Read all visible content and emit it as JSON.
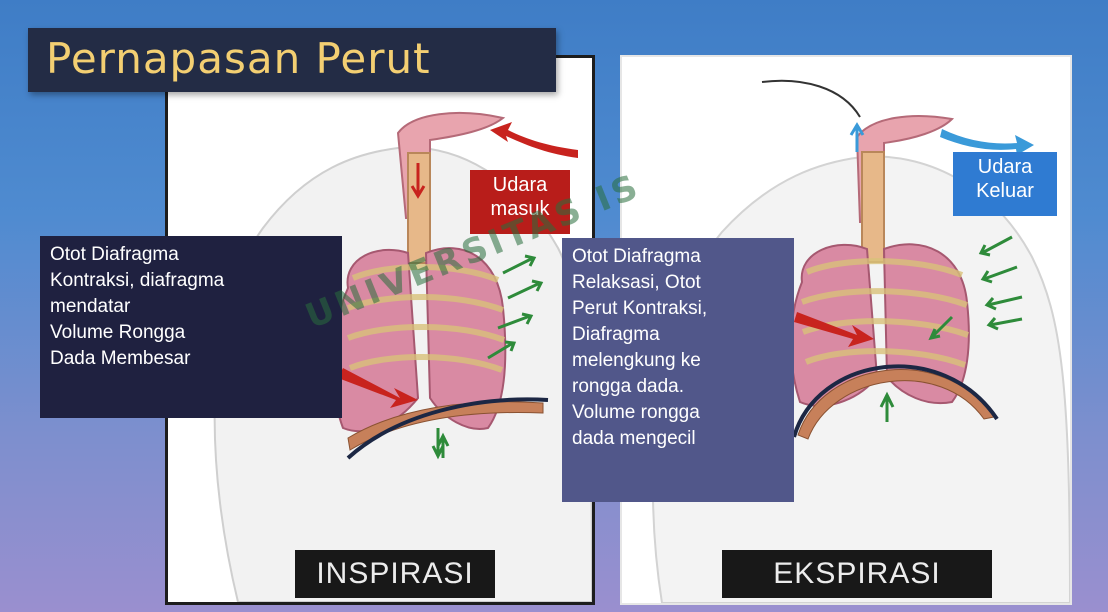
{
  "slide": {
    "title": "Pernapasan Perut",
    "watermark": "UNIVERSITAS IS"
  },
  "inspirasi": {
    "phase_label": "INSPIRASI",
    "air_badge": [
      "Udara",
      "masuk"
    ],
    "description": [
      "Otot Diafragma",
      "Kontraksi, diafragma",
      "mendatar",
      "Volume Rongga",
      "Dada Membesar"
    ]
  },
  "ekspirasi": {
    "phase_label": "EKSPIRASI",
    "air_badge": [
      "Udara",
      "Keluar"
    ],
    "description": [
      "Otot Diafragma",
      "Relaksasi, Otot",
      "Perut Kontraksi,",
      "Diafragma",
      "melengkung ke",
      "rongga dada.",
      "Volume rongga",
      "dada mengecil"
    ]
  },
  "colors": {
    "background_top": "#3f7dc6",
    "background_bottom": "#9a8fcf",
    "title_box": "#232c45",
    "title_text": "#f3cf72",
    "air_in_badge": "#b81d1a",
    "air_out_badge": "#2f7bd2",
    "info_inspirasi_box": "#1f2140",
    "info_ekspirasi_box": "#51578a",
    "lung": "#d98aa3",
    "diaphragm": "#c7805a",
    "muscle_arrow": "#2e8b3a",
    "air_in_arrow": "#c8231e",
    "air_out_arrow": "#3a9ad9"
  }
}
